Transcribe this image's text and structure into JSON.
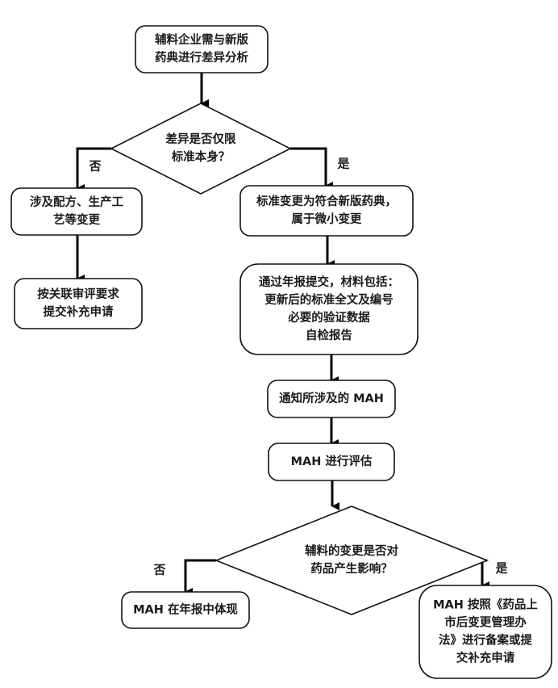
{
  "diagram": {
    "type": "flowchart",
    "nodes": {
      "start": {
        "shape": "process",
        "lines": [
          "辅料企业需与新版",
          "药典进行差异分析"
        ]
      },
      "decision1": {
        "shape": "decision",
        "lines": [
          "差异是否仅限",
          "标准本身？"
        ]
      },
      "no1_change": {
        "shape": "process",
        "lines": [
          "涉及配方、生产工",
          "艺等变更"
        ]
      },
      "no1_submit": {
        "shape": "process",
        "lines": [
          "按关联审评要求",
          "提交补充申请"
        ]
      },
      "yes1_minor": {
        "shape": "process",
        "lines": [
          "标准变更为符合新版药典，",
          "属于微小变更"
        ]
      },
      "yes1_annual": {
        "shape": "process",
        "lines": [
          "通过年报提交，材料包括：",
          "更新后的标准全文及编号",
          "必要的验证数据",
          "自检报告"
        ]
      },
      "notify_mah": {
        "shape": "process",
        "lines": [
          "通知所涉及的 MAH"
        ]
      },
      "mah_evaluate": {
        "shape": "process",
        "lines": [
          "MAH 进行评估"
        ]
      },
      "decision2": {
        "shape": "decision",
        "lines": [
          "辅料的变更是否对",
          "药品产生影响？"
        ]
      },
      "no2_report": {
        "shape": "process",
        "lines": [
          "MAH 在年报中体现"
        ]
      },
      "yes2_file": {
        "shape": "process",
        "lines": [
          "MAH 按照《药品上",
          "市后变更管理办",
          "法》进行备案或提",
          "交补充申请"
        ]
      }
    },
    "edges": [
      {
        "from": "start",
        "to": "decision1",
        "label": ""
      },
      {
        "from": "decision1",
        "to": "no1_change",
        "label": "否"
      },
      {
        "from": "decision1",
        "to": "yes1_minor",
        "label": "是"
      },
      {
        "from": "no1_change",
        "to": "no1_submit",
        "label": ""
      },
      {
        "from": "yes1_minor",
        "to": "yes1_annual",
        "label": ""
      },
      {
        "from": "yes1_annual",
        "to": "notify_mah",
        "label": ""
      },
      {
        "from": "notify_mah",
        "to": "mah_evaluate",
        "label": ""
      },
      {
        "from": "mah_evaluate",
        "to": "decision2",
        "label": ""
      },
      {
        "from": "decision2",
        "to": "no2_report",
        "label": "否"
      },
      {
        "from": "decision2",
        "to": "yes2_file",
        "label": "是"
      }
    ]
  }
}
